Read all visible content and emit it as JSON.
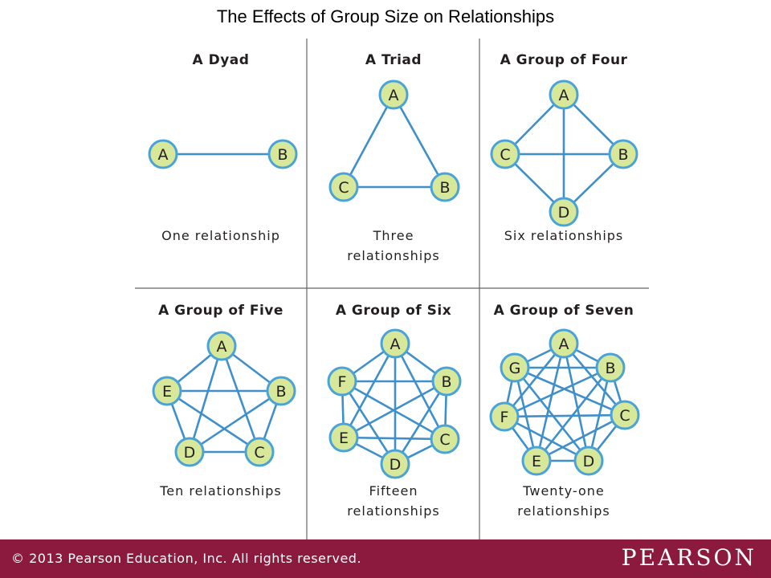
{
  "title": "The Effects of Group Size on Relationships",
  "colors": {
    "edge": "#3f8fca",
    "node_fill": "#d7e89a",
    "node_stroke": "#4aa3d8",
    "footer": "#8b1a3e"
  },
  "panels": [
    {
      "title": "A Dyad",
      "caption": [
        "One relationship"
      ],
      "nodes": [
        "A",
        "B"
      ]
    },
    {
      "title": "A Triad",
      "caption": [
        "Three",
        "relationships"
      ],
      "nodes": [
        "A",
        "B",
        "C"
      ]
    },
    {
      "title": "A Group of Four",
      "caption": [
        "Six relationships"
      ],
      "nodes": [
        "A",
        "B",
        "C",
        "D"
      ]
    },
    {
      "title": "A Group of Five",
      "caption": [
        "Ten relationships"
      ],
      "nodes": [
        "A",
        "B",
        "C",
        "D",
        "E"
      ]
    },
    {
      "title": "A Group of Six",
      "caption": [
        "Fifteen",
        "relationships"
      ],
      "nodes": [
        "A",
        "B",
        "C",
        "D",
        "E",
        "F"
      ]
    },
    {
      "title": "A Group of Seven",
      "caption": [
        "Twenty-one",
        "relationships"
      ],
      "nodes": [
        "A",
        "B",
        "C",
        "D",
        "E",
        "F",
        "G"
      ]
    }
  ],
  "footer": {
    "copyright": "© 2013  Pearson Education, Inc. All rights reserved.",
    "brand": "PEARSON"
  }
}
